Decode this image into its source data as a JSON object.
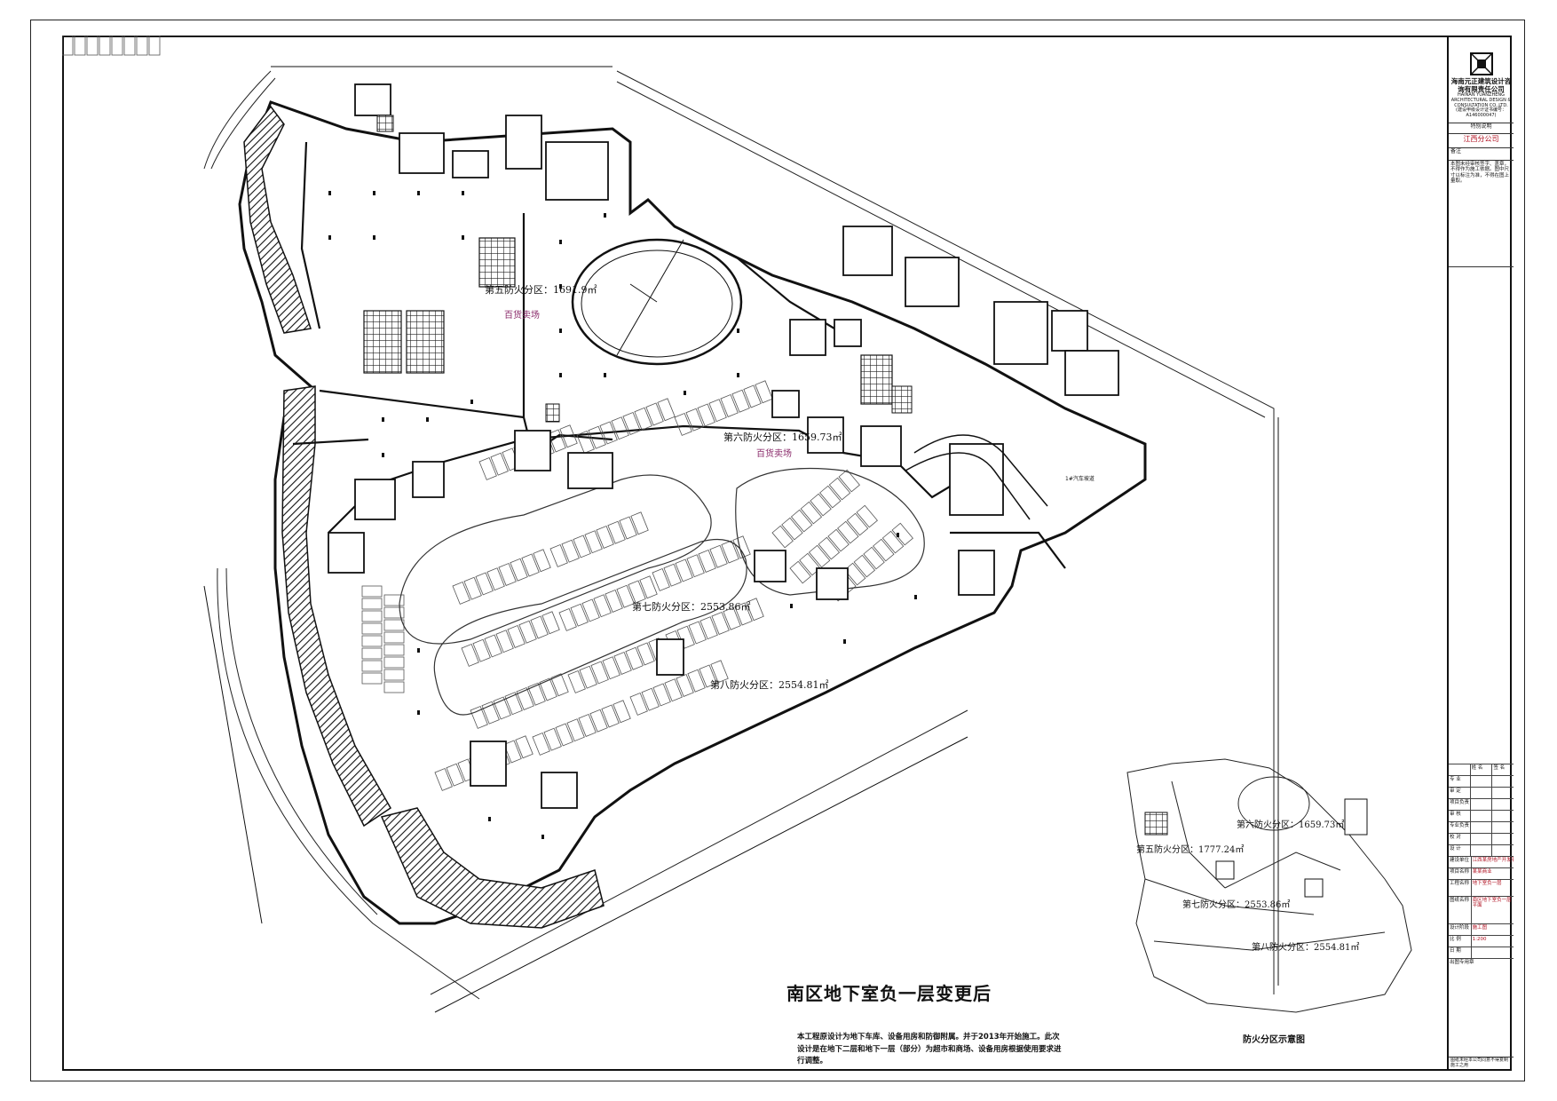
{
  "sheet": {
    "main_title": "南区地下室负一层变更后",
    "note": "本工程原设计为地下车库、设备用房和防御附属。并于2013年开始施工。此次设计是在地下二层和地下一层（部分）为超市和商场、设备用房根据使用要求进行调整。",
    "inset_title": "防火分区示意图"
  },
  "zones": {
    "z5": "第五防火分区：1691.9㎡",
    "z6": "第六防火分区：1659.73㎡",
    "z7": "第七防火分区：2553.86㎡",
    "z8": "第八防火分区：2554.81㎡",
    "dept1": "百货卖场",
    "dept2": "百货卖场",
    "ramp": "1#汽车坡道"
  },
  "inset": {
    "z5": "第五防火分区：1777.24㎡",
    "z6": "第六防火分区：1659.73㎡",
    "z7": "第七防火分区：2553.86㎡",
    "z8": "第八防火分区：2554.81㎡"
  },
  "title_block": {
    "company_cn": "海南元正建筑设计咨询有限责任公司",
    "company_en": "HAINAN YUANZHENG ARCHITECTURAL DESIGN & CONSULTATION CO.,LTD.",
    "cert": "(建设甲级设计证书编号：A146000047)",
    "branch_label": "特别说明",
    "branch": "江西分公司",
    "stamp_note": "备注",
    "remarks": "本图未经审核签字、盖章，不得作为施工依据。图中尺寸以标注为准，不得在图上量取。",
    "sig_header": [
      "姓 名",
      "签 名"
    ],
    "roles": [
      "专 业",
      "审 定",
      "项目负责",
      "审 核",
      "专业负责",
      "校 对",
      "设 计"
    ],
    "project_label": "建设单位",
    "project_name": "江西某房地产开发有限公司",
    "job_label": "项目名称",
    "job": "某某商业",
    "drawing_label": "工程名称",
    "drawing": "地下室负一层",
    "figure_label": "图纸名称",
    "figure": "南区地下室负一层平面",
    "stage_label": "设计阶段",
    "stage": "施工图",
    "scale_label": "比 例",
    "scale": "1:200",
    "date_label": "日 期",
    "seal_label": "出图专用章",
    "footer": "图纸未经本公司同意不得复制施工之用"
  }
}
